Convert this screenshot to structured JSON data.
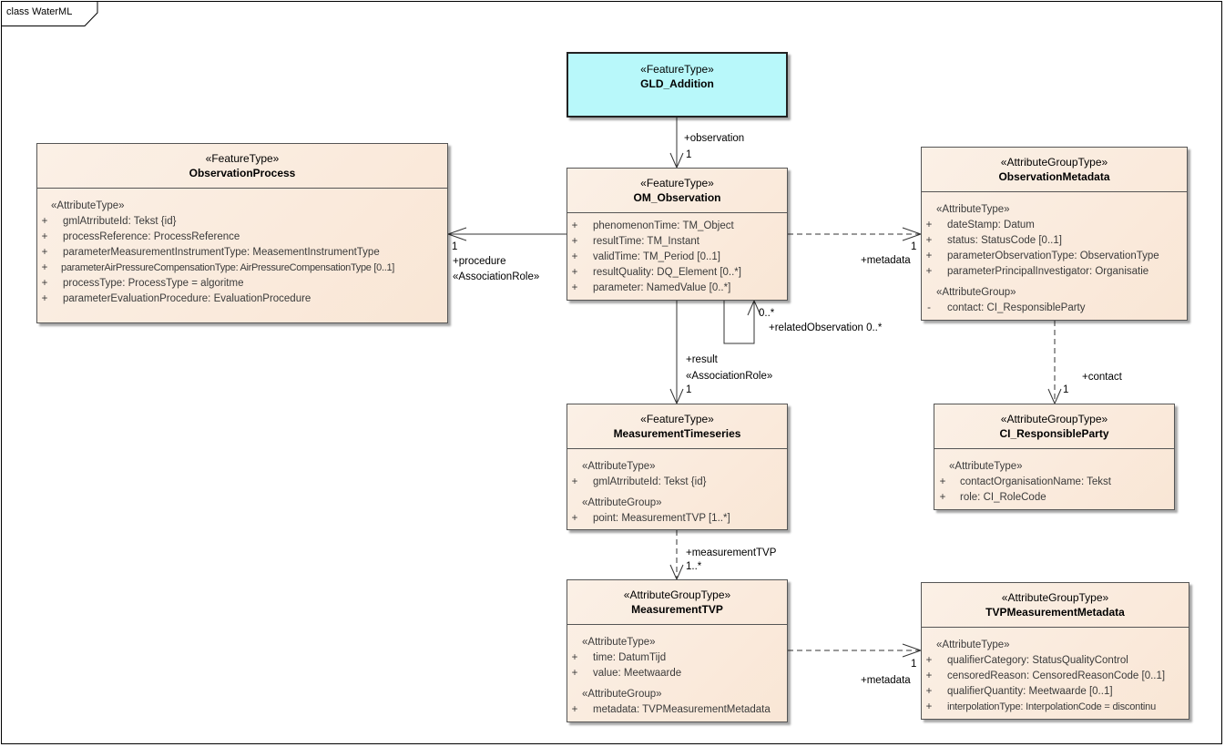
{
  "frame": {
    "title": "class WaterML"
  },
  "classes": {
    "gld_addition": {
      "stereotype": "«FeatureType»",
      "name": "GLD_Addition"
    },
    "observation_process": {
      "stereotype": "«FeatureType»",
      "name": "ObservationProcess",
      "group1": "«AttributeType»",
      "attributes": [
        {
          "vis": "+",
          "text": "gmlAtrributeId: Tekst {id}"
        },
        {
          "vis": "+",
          "text": "processReference: ProcessReference"
        },
        {
          "vis": "+",
          "text": "parameterMeasurementInstrumentType: MeasementInstrumentType"
        },
        {
          "vis": "+",
          "text": "parameterAirPressureCompensationType: AirPressureCompensationType [0..1]"
        },
        {
          "vis": "+",
          "text": "processType: ProcessType = algoritme"
        },
        {
          "vis": "+",
          "text": "parameterEvaluationProcedure: EvaluationProcedure"
        }
      ]
    },
    "om_observation": {
      "stereotype": "«FeatureType»",
      "name": "OM_Observation",
      "attributes": [
        {
          "vis": "+",
          "text": "phenomenonTime: TM_Object"
        },
        {
          "vis": "+",
          "text": "resultTime: TM_Instant"
        },
        {
          "vis": "+",
          "text": "validTime: TM_Period [0..1]"
        },
        {
          "vis": "+",
          "text": "resultQuality: DQ_Element [0..*]"
        },
        {
          "vis": "+",
          "text": "parameter: NamedValue [0..*]"
        }
      ]
    },
    "observation_metadata": {
      "stereotype": "«AttributeGroupType»",
      "name": "ObservationMetadata",
      "group1": "«AttributeType»",
      "attributes": [
        {
          "vis": "+",
          "text": "dateStamp: Datum"
        },
        {
          "vis": "+",
          "text": "status: StatusCode [0..1]"
        },
        {
          "vis": "+",
          "text": "parameterObservationType: ObservationType"
        },
        {
          "vis": "+",
          "text": "parameterPrincipalInvestigator: Organisatie"
        }
      ],
      "group2": "«AttributeGroup»",
      "attributes2": [
        {
          "vis": "-",
          "text": "contact: CI_ResponsibleParty"
        }
      ]
    },
    "measurement_timeseries": {
      "stereotype": "«FeatureType»",
      "name": "MeasurementTimeseries",
      "group1": "«AttributeType»",
      "attributes": [
        {
          "vis": "+",
          "text": "gmlAtrributeId: Tekst {id}"
        }
      ],
      "group2": "«AttributeGroup»",
      "attributes2": [
        {
          "vis": "+",
          "text": "point: MeasurementTVP [1..*]"
        }
      ]
    },
    "ci_responsible_party": {
      "stereotype": "«AttributeGroupType»",
      "name": "CI_ResponsibleParty",
      "group1": "«AttributeType»",
      "attributes": [
        {
          "vis": "+",
          "text": "contactOrganisationName: Tekst"
        },
        {
          "vis": "+",
          "text": "role: CI_RoleCode"
        }
      ]
    },
    "measurement_tvp": {
      "stereotype": "«AttributeGroupType»",
      "name": "MeasurementTVP",
      "group1": "«AttributeType»",
      "attributes": [
        {
          "vis": "+",
          "text": "time: DatumTijd"
        },
        {
          "vis": "+",
          "text": "value: Meetwaarde"
        }
      ],
      "group2": "«AttributeGroup»",
      "attributes2": [
        {
          "vis": "+",
          "text": "metadata: TVPMeasurementMetadata"
        }
      ]
    },
    "tvp_measurement_metadata": {
      "stereotype": "«AttributeGroupType»",
      "name": "TVPMeasurementMetadata",
      "group1": "«AttributeType»",
      "attributes": [
        {
          "vis": "+",
          "text": "qualifierCategory: StatusQualityControl"
        },
        {
          "vis": "+",
          "text": "censoredReason: CensoredReasonCode [0..1]"
        },
        {
          "vis": "+",
          "text": "qualifierQuantity: Meetwaarde [0..1]"
        },
        {
          "vis": "+",
          "text": "interpolationType: InterpolationCode = discontinu"
        }
      ]
    }
  },
  "associations": {
    "observation": {
      "role": "+observation",
      "mult": "1"
    },
    "procedure": {
      "role": "+procedure",
      "stereotype": "«AssociationRole»",
      "mult": "1"
    },
    "metadata": {
      "role": "+metadata",
      "mult": "1"
    },
    "related": {
      "role": "+relatedObservation 0..*",
      "mult": "0..*"
    },
    "result": {
      "role": "+result",
      "stereotype": "«AssociationRole»",
      "mult": "1"
    },
    "contact": {
      "role": "+contact",
      "mult": "1"
    },
    "measurement_tvp": {
      "role": "+measurementTVP",
      "mult": "1..*"
    },
    "tvp_metadata": {
      "role": "+metadata",
      "mult": "1"
    }
  }
}
